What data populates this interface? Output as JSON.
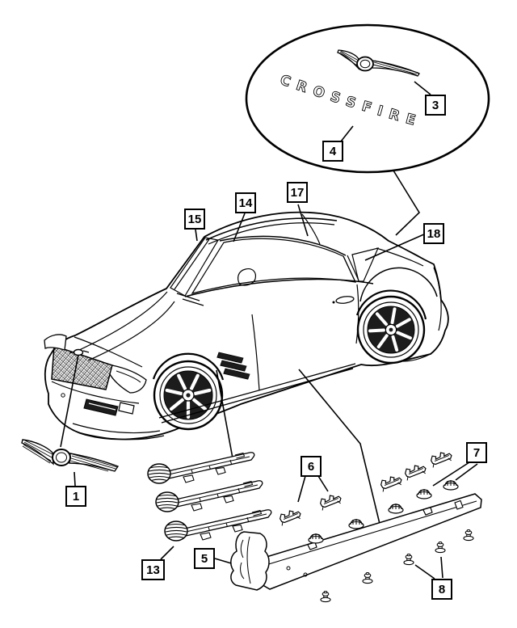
{
  "badge": {
    "text": "CROSSFIRE"
  },
  "colors": {
    "background": "#ffffff",
    "line": "#000000",
    "wheel": "#1c1c1c",
    "vent": "#1c1c1c",
    "intake": "#1c1c1c"
  },
  "callouts": [
    {
      "id": "1",
      "number": "1"
    },
    {
      "id": "3",
      "number": "3"
    },
    {
      "id": "4",
      "number": "4"
    },
    {
      "id": "5",
      "number": "5"
    },
    {
      "id": "6",
      "number": "6"
    },
    {
      "id": "7",
      "number": "7"
    },
    {
      "id": "8",
      "number": "8"
    },
    {
      "id": "13",
      "number": "13"
    },
    {
      "id": "14",
      "number": "14"
    },
    {
      "id": "15",
      "number": "15"
    },
    {
      "id": "17",
      "number": "17"
    },
    {
      "id": "18",
      "number": "18"
    }
  ]
}
